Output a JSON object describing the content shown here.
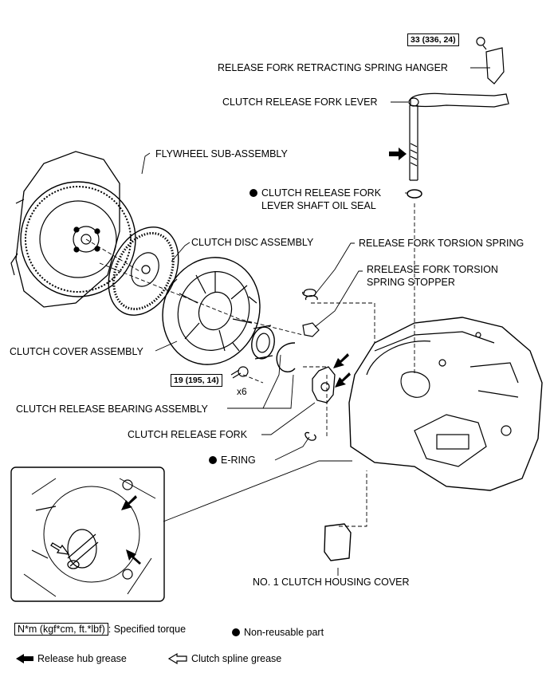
{
  "parts": {
    "spring_hanger": "RELEASE FORK RETRACTING SPRING HANGER",
    "fork_lever": "CLUTCH RELEASE FORK LEVER",
    "flywheel": "FLYWHEEL SUB-ASSEMBLY",
    "oil_seal_line1": "CLUTCH RELEASE FORK",
    "oil_seal_line2": "LEVER SHAFT OIL SEAL",
    "clutch_disc": "CLUTCH DISC ASSEMBLY",
    "torsion_spring": "RELEASE FORK TORSION SPRING",
    "spring_stopper_line1": "RRELEASE FORK TORSION",
    "spring_stopper_line2": "SPRING STOPPER",
    "clutch_cover": "CLUTCH COVER ASSEMBLY",
    "release_bearing": "CLUTCH RELEASE BEARING ASSEMBLY",
    "release_fork": "CLUTCH RELEASE FORK",
    "e_ring": "E-RING",
    "housing_cover": "NO. 1 CLUTCH HOUSING COVER"
  },
  "torque": {
    "hanger_bolt": "33 (336, 24)",
    "cover_bolt": "19 (195, 14)",
    "cover_bolt_qty": "x6"
  },
  "legend": {
    "torque_unit": "N*m (kgf*cm, ft.*lbf)",
    "torque_desc": ": Specified torque",
    "non_reusable": "Non-reusable part",
    "release_hub_grease": "Release hub grease",
    "clutch_spline_grease": "Clutch spline grease"
  },
  "colors": {
    "line": "#000000",
    "background": "#ffffff"
  }
}
